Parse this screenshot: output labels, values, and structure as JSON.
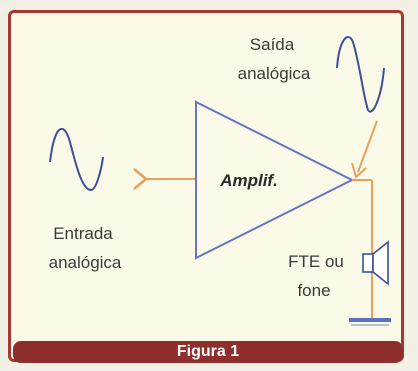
{
  "labels": {
    "output_line1": "Saída",
    "output_line2": "analógica",
    "amplifier": "Amplif.",
    "input_line1": "Entrada",
    "input_line2": "analógica",
    "speaker_line1": "FTE ou",
    "speaker_line2": "fone",
    "caption": "Figura 1"
  },
  "colors": {
    "frame": "#a8372f",
    "caption_bg": "#8f2f2d",
    "wave": "#3d4f9c",
    "amplifier": "#6a73c4",
    "wire": "#e8a15a",
    "ground": "#5a6fc0",
    "text": "#3b3b3b"
  },
  "icons": {
    "input_wave": "sine-wave-icon",
    "output_wave": "sine-wave-icon",
    "speaker": "speaker-icon",
    "ground": "ground-icon"
  }
}
